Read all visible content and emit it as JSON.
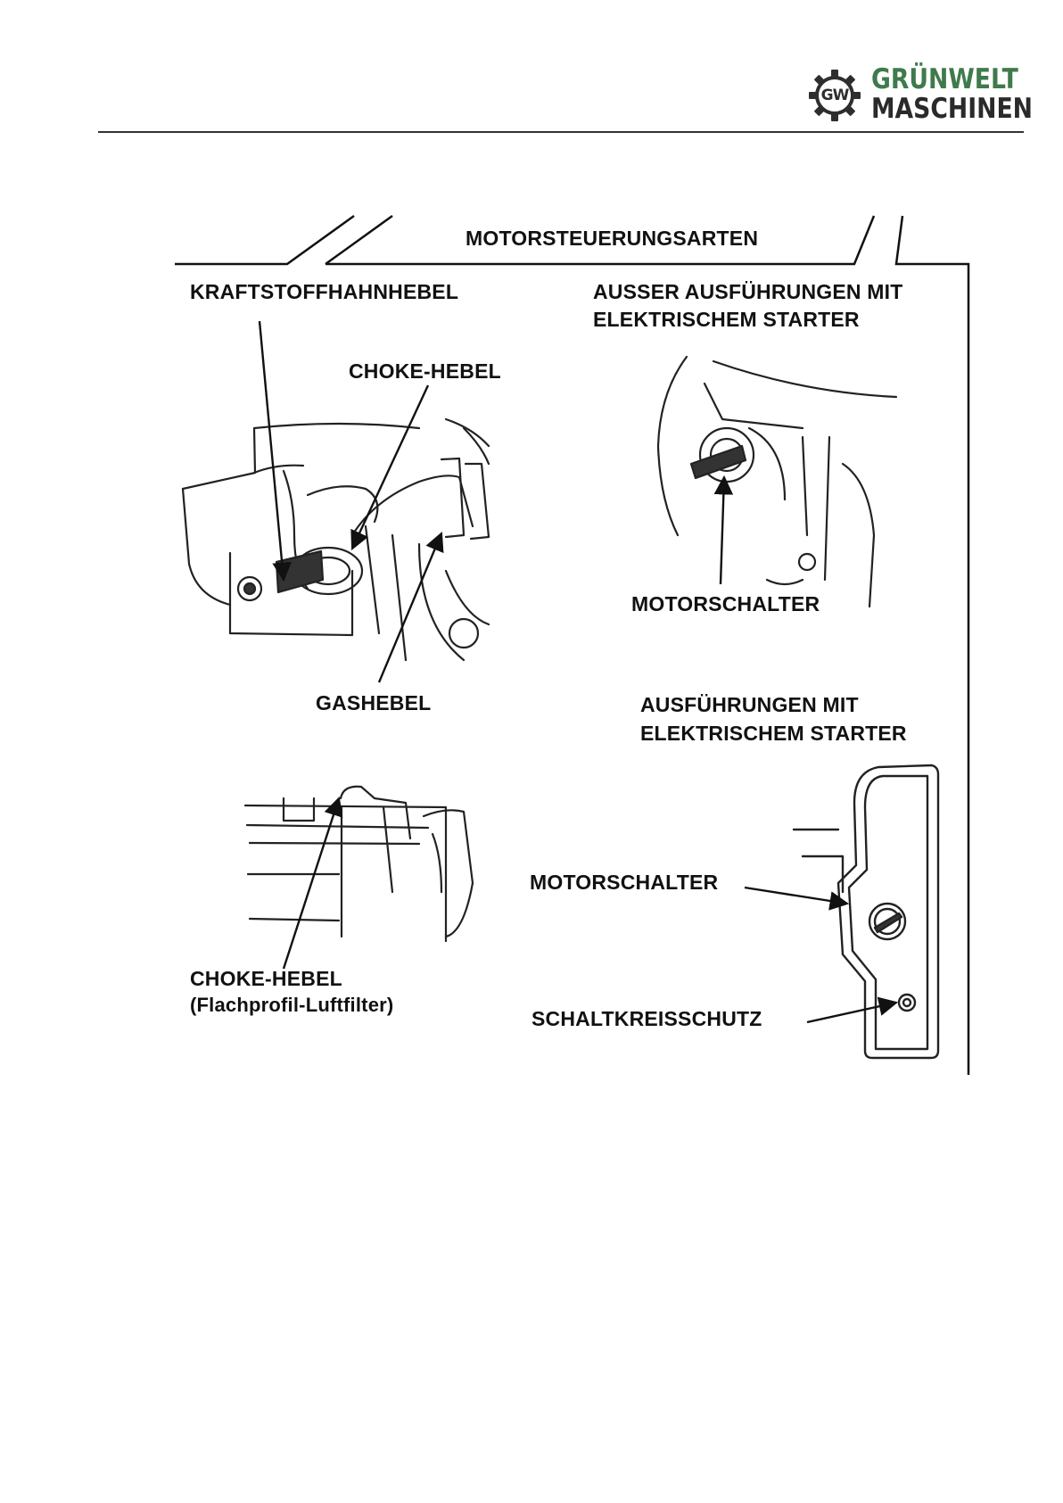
{
  "header": {
    "logo_badge": "GW",
    "logo_line1": "GRÜNWELT",
    "logo_line2": "MASCHINEN",
    "logo_green": "#3f7a4c"
  },
  "figure": {
    "banner": "MOTORSTEUERUNGSARTEN",
    "kraftstoff": "KRAFTSTOFFHAHNHEBEL",
    "choke": "CHOKE-HEBEL",
    "gas": "GASHEBEL",
    "choke_flach_1": "CHOKE-HEBEL",
    "choke_flach_2": "(Flachprofil-Luftfilter)",
    "ausser_1": "AUSSER AUSFÜHRUNGEN MIT",
    "ausser_2": "ELEKTRISCHEM STARTER",
    "motorschalter_1": "MOTORSCHALTER",
    "mit_1": "AUSFÜHRUNGEN MIT",
    "mit_2": "ELEKTRISCHEM STARTER",
    "motorschalter_2": "MOTORSCHALTER",
    "schaltkreis": "SCHALTKREISSCHUTZ"
  }
}
